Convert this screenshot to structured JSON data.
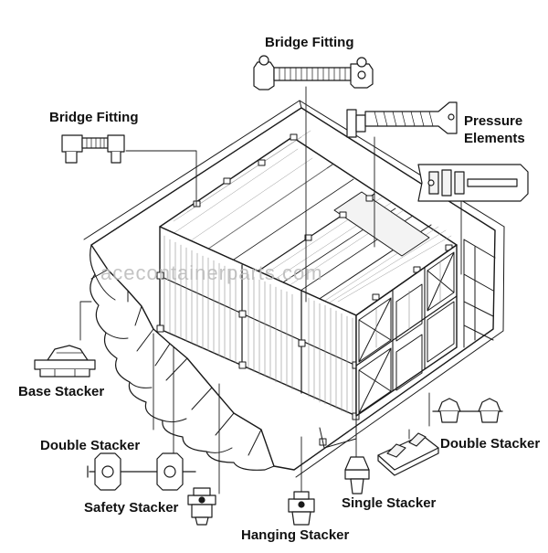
{
  "watermark": "acecontainerparts.com",
  "labels": {
    "bridge_fitting_top": "Bridge Fitting",
    "bridge_fitting_left": "Bridge Fitting",
    "pressure_elements_1": "Pressure",
    "pressure_elements_2": "Elements",
    "base_stacker": "Base Stacker",
    "double_stacker_left": "Double Stacker",
    "double_stacker_right": "Double Stacker",
    "safety_stacker": "Safety Stacker",
    "single_stacker": "Single Stacker",
    "hanging_stacker": "Hanging Stacker"
  },
  "colors": {
    "line": "#1a1a1a",
    "fill": "#ffffff",
    "shade": "#e8e8e8",
    "watermark": "#b9b9b9"
  }
}
